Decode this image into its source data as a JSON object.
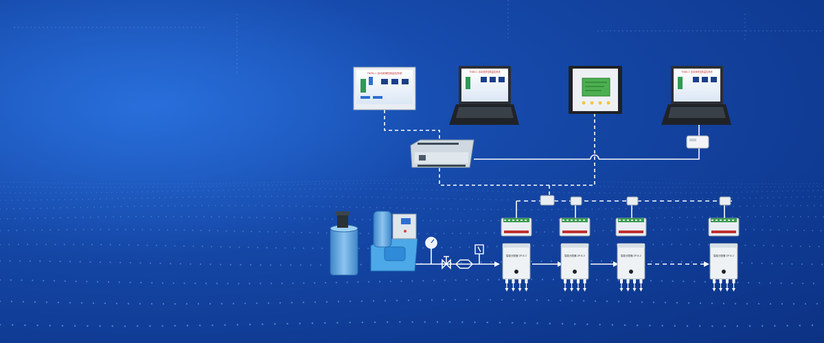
{
  "screens": {
    "monitor_title": "TNDN-1 自动润滑控制监控系统",
    "laptop1_title": "TNDN-1 自动润滑控制监控系统",
    "laptop2_title": "TNDN-1 自动润滑控制监控系统"
  },
  "colors": {
    "background": "#1548a8",
    "line": "#ffffff",
    "device": "#e8ecef",
    "panel_green": "#3aa655",
    "screen_blue": "#2f6fd0"
  },
  "distributors": [
    {
      "label": "智能分配器 ZP-6-2"
    },
    {
      "label": "智能分配器 ZP-6-2"
    },
    {
      "label": "智能分配器 ZP-6-2"
    },
    {
      "label": "智能分配器 ZP-6-2"
    }
  ],
  "icons": [
    "monitor-icon",
    "laptop-icon",
    "controller-panel-icon",
    "plc-icon",
    "converter-icon",
    "oil-tank-icon",
    "pump-station-icon",
    "pressure-gauge-icon",
    "valve-icon",
    "pressure-switch-icon",
    "control-module-icon",
    "distributor-icon",
    "junction-box-icon"
  ]
}
